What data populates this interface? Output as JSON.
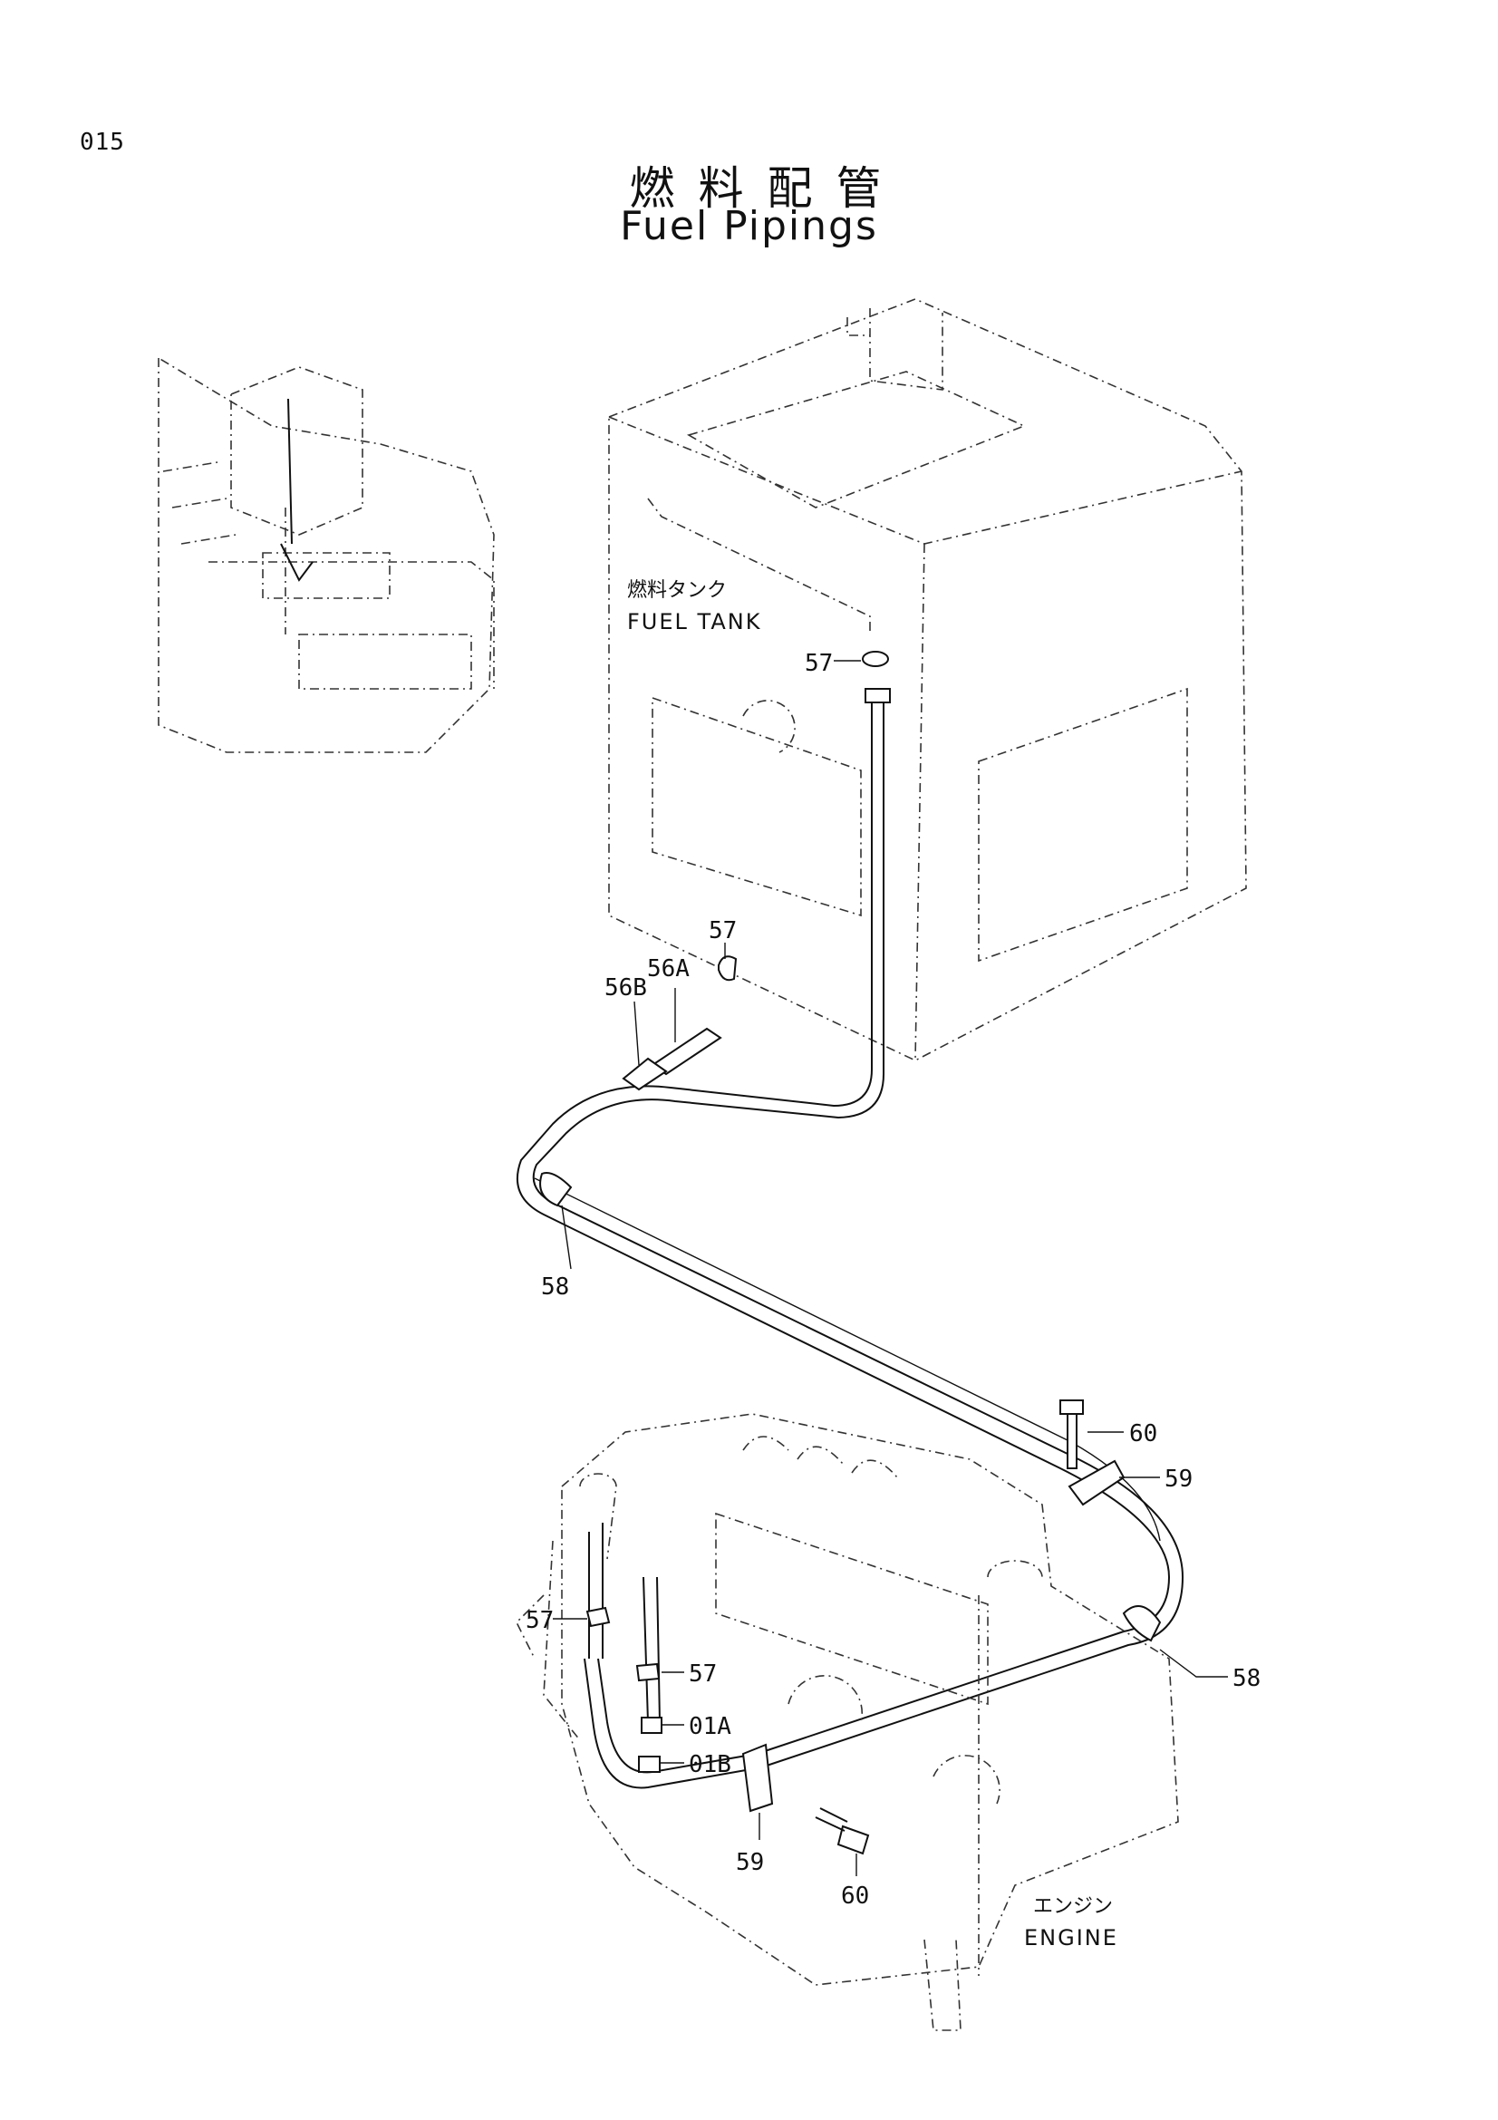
{
  "page_code": "015",
  "title_jp": "燃料配管",
  "title_en": "Fuel Pipings",
  "captions": {
    "fuel_tank_jp": "燃料タンク",
    "fuel_tank_en": "FUEL TANK",
    "engine_jp": "エンジン",
    "engine_en": "ENGINE"
  },
  "part_labels": {
    "clamp_57_tank": "57",
    "clamp_57_mid": "57",
    "hose_56a": "56A",
    "hose_56b": "56B",
    "clamp_58_left": "58",
    "bolt_60_top": "60",
    "clip_59_right": "59",
    "clamp_58_right": "58",
    "clamp_57_engine_left": "57",
    "clamp_57_engine_right": "57",
    "hose_01a": "01A",
    "hose_01b": "01B",
    "clip_59_bottom": "59",
    "bolt_60_bottom": "60"
  }
}
